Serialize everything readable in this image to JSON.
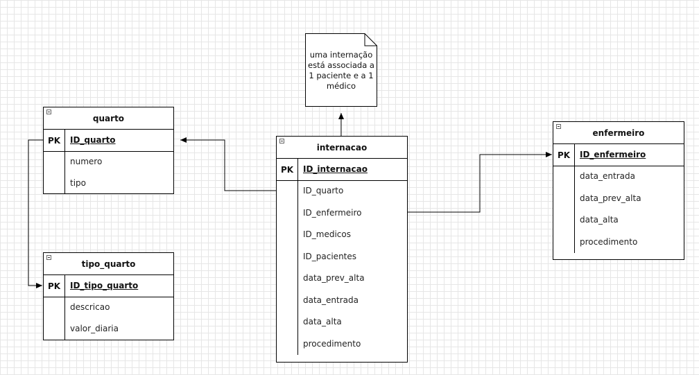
{
  "tables": {
    "quarto": {
      "title": "quarto",
      "pk_label": "PK",
      "pk": "ID_quarto",
      "fields": [
        "numero",
        "tipo"
      ]
    },
    "tipo_quarto": {
      "title": "tipo_quarto",
      "pk_label": "PK",
      "pk": "ID_tipo_quarto",
      "fields": [
        "descricao",
        "valor_diaria"
      ]
    },
    "internacao": {
      "title": "internacao",
      "pk_label": "PK",
      "pk": "ID_internacao",
      "fields": [
        "ID_quarto",
        "ID_enfermeiro",
        "ID_medicos",
        "ID_pacientes",
        "data_prev_alta",
        "data_entrada",
        "data_alta",
        "procedimento"
      ]
    },
    "enfermeiro": {
      "title": "enfermeiro",
      "pk_label": "PK",
      "pk": "ID_enfermeiro",
      "fields": [
        "data_entrada",
        "data_prev_alta",
        "data_alta",
        "procedimento"
      ]
    }
  },
  "note": {
    "lines": [
      "uma internação",
      "está associada a",
      "1 paciente e a 1",
      "médico"
    ]
  },
  "colors": {
    "line": "#000000",
    "grid": "#e6e6e6",
    "background": "#ffffff"
  }
}
